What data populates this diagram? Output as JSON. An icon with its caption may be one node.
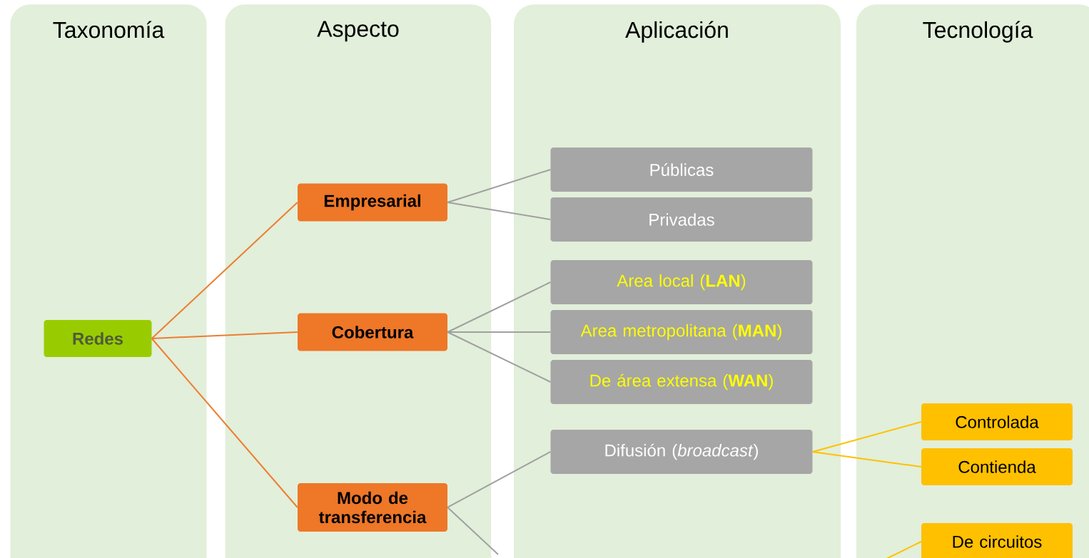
{
  "diagram": {
    "nodes": [
      {
        "text": [
          "Taxonomía"
        ]
      },
      {
        "text": [
          "Aspecto"
        ]
      },
      {
        "text": [
          "Aplicación"
        ]
      },
      {
        "text": [
          "Tecnología"
        ]
      },
      {
        "text": [
          "Redes"
        ],
        "in": 0
      },
      {
        "text": [
          "Empresarial"
        ],
        "in": 1
      },
      {
        "text": [
          "Cobertura"
        ],
        "in": 1
      },
      {
        "text": [
          "Modo de transferencia"
        ],
        "in": 1
      },
      {
        "text": [
          "Públicas"
        ],
        "in": 2
      },
      {
        "text": [
          "Privadas"
        ],
        "in": 2
      },
      {
        "text": [
          "Area local (**LAN**)"
        ],
        "in": 2
      },
      {
        "text": [
          "Area metropolitana (**MAN**)"
        ],
        "in": 2
      },
      {
        "text": [
          "De área extensa (**WAN**)"
        ],
        "in": 2
      },
      {
        "text": [
          "Difusión (*broadcast*)"
        ],
        "in": 2
      },
      {
        "text": [
          "Controlada"
        ],
        "in": 3
      },
      {
        "text": [
          "Contienda"
        ],
        "in": 3
      },
      {
        "text": [
          "De circuitos"
        ],
        "in": 3
      }
    ],
    "edges": [
      {
        "from": 4,
        "to": 5,
        "arrow": "none",
        "color": "#ed7d31"
      },
      {
        "from": 4,
        "to": 6,
        "arrow": "none",
        "color": "#ed7d31"
      },
      {
        "from": 4,
        "to": 7,
        "arrow": "none",
        "color": "#ed7d31"
      },
      {
        "from": 5,
        "to": 8,
        "arrow": "none"
      },
      {
        "from": 5,
        "to": 9,
        "arrow": "none"
      },
      {
        "from": 6,
        "to": 10,
        "arrow": "none"
      },
      {
        "from": 6,
        "to": 11,
        "arrow": "none"
      },
      {
        "from": 6,
        "to": 12,
        "arrow": "none"
      },
      {
        "from": 7,
        "to": 13,
        "arrow": "none"
      },
      {
        "from": 7,
        "to": null,
        "arrow": "none"
      },
      {
        "from": 13,
        "to": 14,
        "arrow": "none",
        "color": "#ffc000"
      },
      {
        "from": 13,
        "to": 15,
        "arrow": "none",
        "color": "#ffc000"
      },
      {
        "from": null,
        "to": 16,
        "arrow": "none",
        "color": "#ffc000"
      }
    ]
  }
}
